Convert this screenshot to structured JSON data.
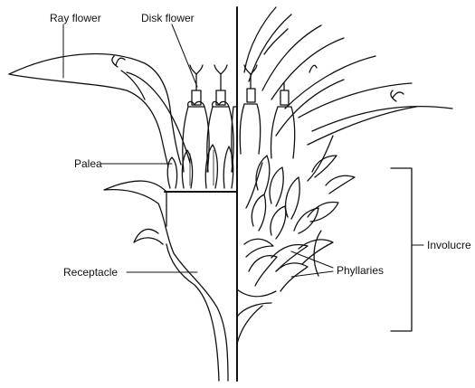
{
  "labels": {
    "ray_flower": "Ray flower",
    "disk_flower": "Disk flower",
    "palea": "Palea",
    "receptacle": "Receptacle",
    "phyllaries": "Phyllaries",
    "involucre": "Involucre"
  },
  "colors": {
    "ink": "#111111",
    "background": "#ffffff"
  }
}
